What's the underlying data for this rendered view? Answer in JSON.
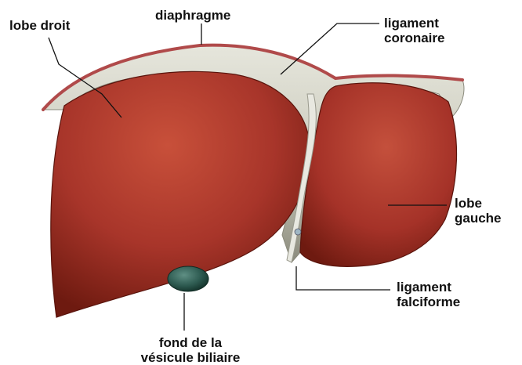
{
  "labels": {
    "lobe_droit": "lobe droit",
    "diaphragme": "diaphragme",
    "ligament_coronaire": [
      "ligament",
      "coronaire"
    ],
    "lobe_gauche": [
      "lobe",
      "gauche"
    ],
    "ligament_falciforme": [
      "ligament",
      "falciforme"
    ],
    "fond_vesicule": [
      "fond de la",
      "vésicule biliaire"
    ]
  },
  "colors": {
    "liver_dark": "#6e1a10",
    "liver_mid": "#a8352a",
    "liver_light": "#c8503a",
    "membrane": "#d8d8cc",
    "membrane_shadow": "#9a9a8e",
    "diaphragm_edge": "#b04a4a",
    "gallbladder": "#2d5a50",
    "leader_line": "#111111"
  }
}
